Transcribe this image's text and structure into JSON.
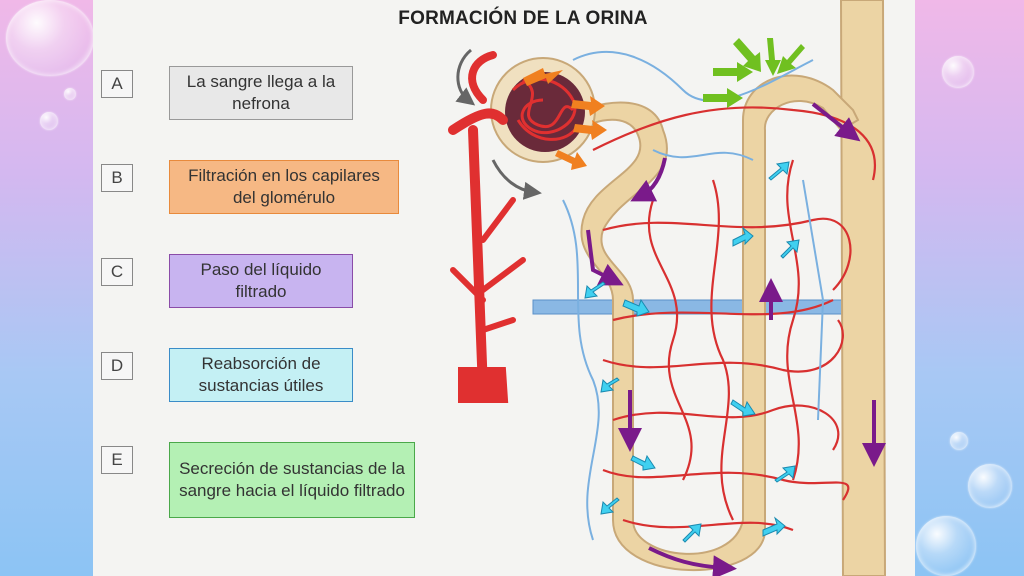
{
  "slide": {
    "title": "FORMACIÓN DE LA ORINA",
    "steps": [
      {
        "letter": "A",
        "text": "La sangre llega a la nefrona",
        "color": "#e8e8e8",
        "border": "#999999",
        "letter_color": "#888888"
      },
      {
        "letter": "B",
        "text": "Filtración en los capilares del glomérulo",
        "color": "#f6b884",
        "border": "#e88a3c",
        "letter_color": "#e88a3c"
      },
      {
        "letter": "C",
        "text": "Paso del líquido filtrado",
        "color": "#c8b4f0",
        "border": "#8a4ca8",
        "letter_color": "#8a4ca8"
      },
      {
        "letter": "D",
        "text": "Reabsorción de sustancias útiles",
        "color": "#c4f0f4",
        "border": "#3a8cc8",
        "letter_color": "#3a8cc8"
      },
      {
        "letter": "E",
        "text": "Secreción de sustancias de la sangre hacia el líquido filtrado",
        "color": "#b4f0b4",
        "border": "#4aa84a",
        "letter_color": "#4aa84a"
      }
    ]
  },
  "colors": {
    "artery": "#e03030",
    "vein": "#7ab0e0",
    "tubule": "#ecd4a4",
    "tubule_edge": "#c8a878",
    "filtration_arrow": "#f08020",
    "flow_arrow": "#7a1a8a",
    "reabsorption_arrow": "#40d0f0",
    "secretion_arrow": "#70c020"
  }
}
